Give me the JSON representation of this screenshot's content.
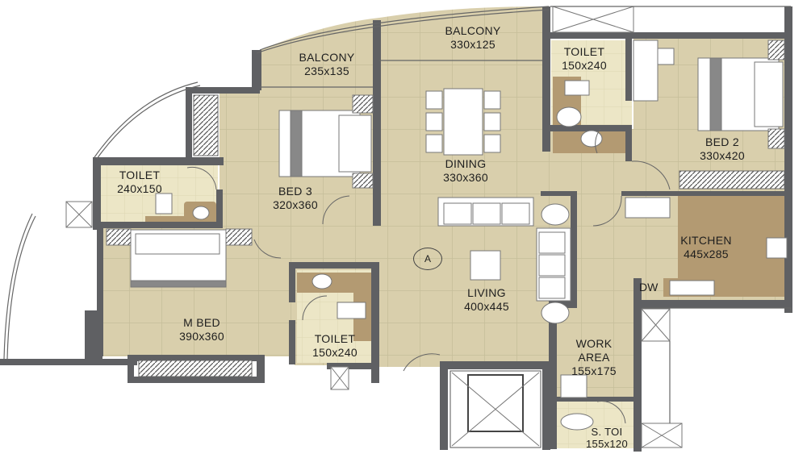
{
  "plan": {
    "colors": {
      "floor": "#d9cfac",
      "floor_light": "#ece6c6",
      "tile_line": "#c4bb98",
      "wall": "#5f6063",
      "counter": "#b39a72",
      "furniture": "#ffffff"
    },
    "marker": "A",
    "dw_label": "DW",
    "rooms": [
      {
        "id": "balcony-1",
        "name": "BALCONY",
        "dims": "235x135"
      },
      {
        "id": "balcony-2",
        "name": "BALCONY",
        "dims": "330x125"
      },
      {
        "id": "toilet-bed2",
        "name": "TOILET",
        "dims": "150x240"
      },
      {
        "id": "toilet-bed3",
        "name": "TOILET",
        "dims": "240x150"
      },
      {
        "id": "bed-3",
        "name": "BED 3",
        "dims": "320x360"
      },
      {
        "id": "dining",
        "name": "DINING",
        "dims": "330x360"
      },
      {
        "id": "bed-2",
        "name": "BED 2",
        "dims": "330x420"
      },
      {
        "id": "kitchen",
        "name": "KITCHEN",
        "dims": "445x285"
      },
      {
        "id": "m-bed",
        "name": "M BED",
        "dims": "390x360"
      },
      {
        "id": "living",
        "name": "LIVING",
        "dims": "400x445"
      },
      {
        "id": "toilet-mbed",
        "name": "TOILET",
        "dims": "150x240"
      },
      {
        "id": "work-area",
        "name": "WORK AREA",
        "dims": "155x175"
      },
      {
        "id": "servant-toilet",
        "name": "S. TOI",
        "dims": "155x120"
      }
    ]
  }
}
